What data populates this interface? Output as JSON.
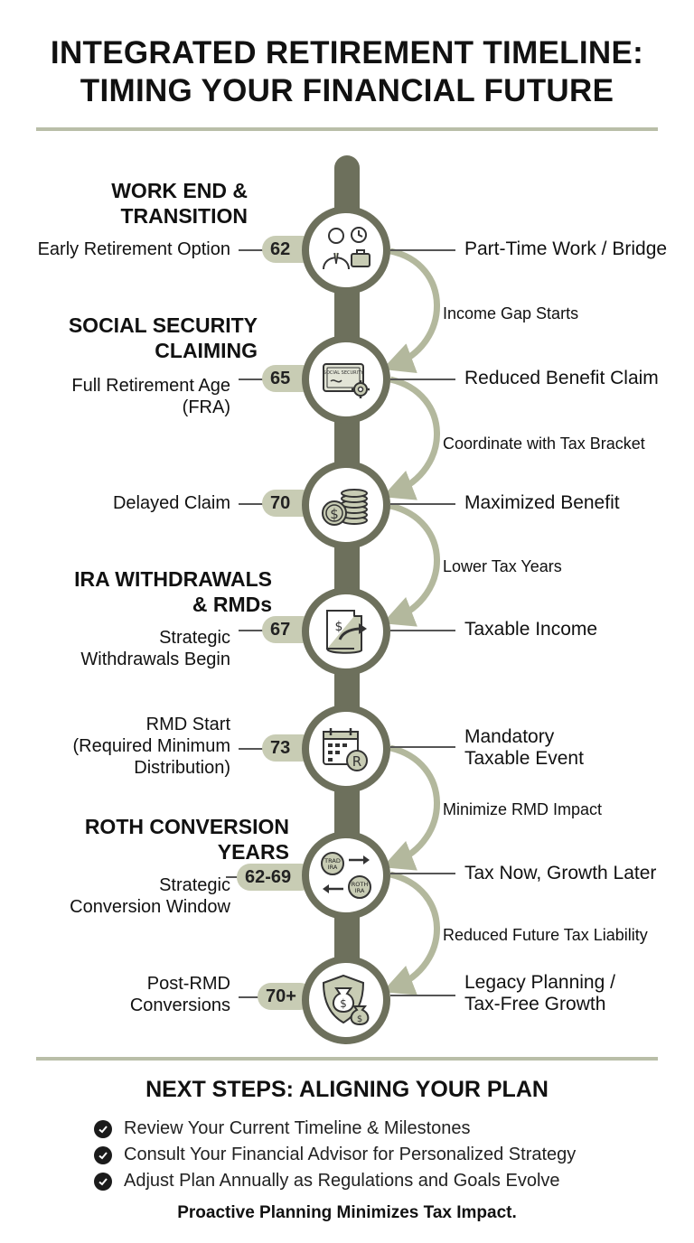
{
  "title": {
    "line1": "INTEGRATED RETIREMENT TIMELINE:",
    "line2": "TIMING YOUR FINANCIAL FUTURE"
  },
  "sections": [
    {
      "line1": "WORK END &",
      "line2": "TRANSITION"
    },
    {
      "line1": "SOCIAL SECURITY",
      "line2": "CLAIMING"
    },
    {
      "line1": "IRA WITHDRAWALS",
      "line2": "& RMDs"
    },
    {
      "line1": "ROTH CONVERSION",
      "line2": "YEARS"
    }
  ],
  "milestones": [
    {
      "age": "62",
      "icon": "briefcase-worker-icon",
      "left": [
        "Early Retirement Option"
      ],
      "right": [
        "Part-Time Work / Bridge"
      ]
    },
    {
      "age": "65",
      "icon": "social-security-card-gear-icon",
      "left": [
        "Full Retirement Age",
        "(FRA)"
      ],
      "right": [
        "Reduced Benefit Claim"
      ]
    },
    {
      "age": "70",
      "icon": "coin-stack-icon",
      "left": [
        "Delayed Claim"
      ],
      "right": [
        "Maximized Benefit"
      ]
    },
    {
      "age": "67",
      "icon": "withdrawal-document-icon",
      "left": [
        "Strategic",
        "Withdrawals Begin"
      ],
      "right": [
        "Taxable Income"
      ]
    },
    {
      "age": "73",
      "icon": "rmd-calendar-icon",
      "left": [
        "RMD Start",
        "(Required Minimum",
        "Distribution)"
      ],
      "right": [
        "Mandatory",
        "Taxable Event"
      ]
    },
    {
      "age": "62-69",
      "icon": "trad-roth-exchange-icon",
      "left": [
        "Strategic",
        "Conversion Window"
      ],
      "right": [
        "Tax Now, Growth Later"
      ]
    },
    {
      "age": "70+",
      "icon": "shield-money-bag-icon",
      "left": [
        "Post-RMD",
        "Conversions"
      ],
      "right": [
        "Legacy Planning /",
        "Tax-Free Growth"
      ]
    }
  ],
  "icon_labels": {
    "card_text": "SOCIAL SECURITY",
    "trad": [
      "TRAD",
      "IRA"
    ],
    "roth": [
      "ROTH",
      "IRA"
    ],
    "rmd_letter": "R",
    "dollar": "$"
  },
  "transitions": [
    "Income Gap Starts",
    "Coordinate with Tax Bracket",
    "Lower Tax Years",
    "Minimize RMD Impact",
    "Reduced Future Tax Liability"
  ],
  "next_steps": {
    "title": "NEXT STEPS: ALIGNING YOUR PLAN",
    "items": [
      "Review Your Current Timeline & Milestones",
      "Consult Your Financial Advisor for Personalized Strategy",
      "Adjust Plan Annually as Regulations and Goals Evolve"
    ]
  },
  "footer": "Proactive Planning Minimizes Tax Impact.",
  "colors": {
    "spine": "#6d705c",
    "accent_light": "#c8ccb4",
    "arrow": "#b3b89d",
    "rule": "#b9bea8",
    "text": "#111111"
  }
}
